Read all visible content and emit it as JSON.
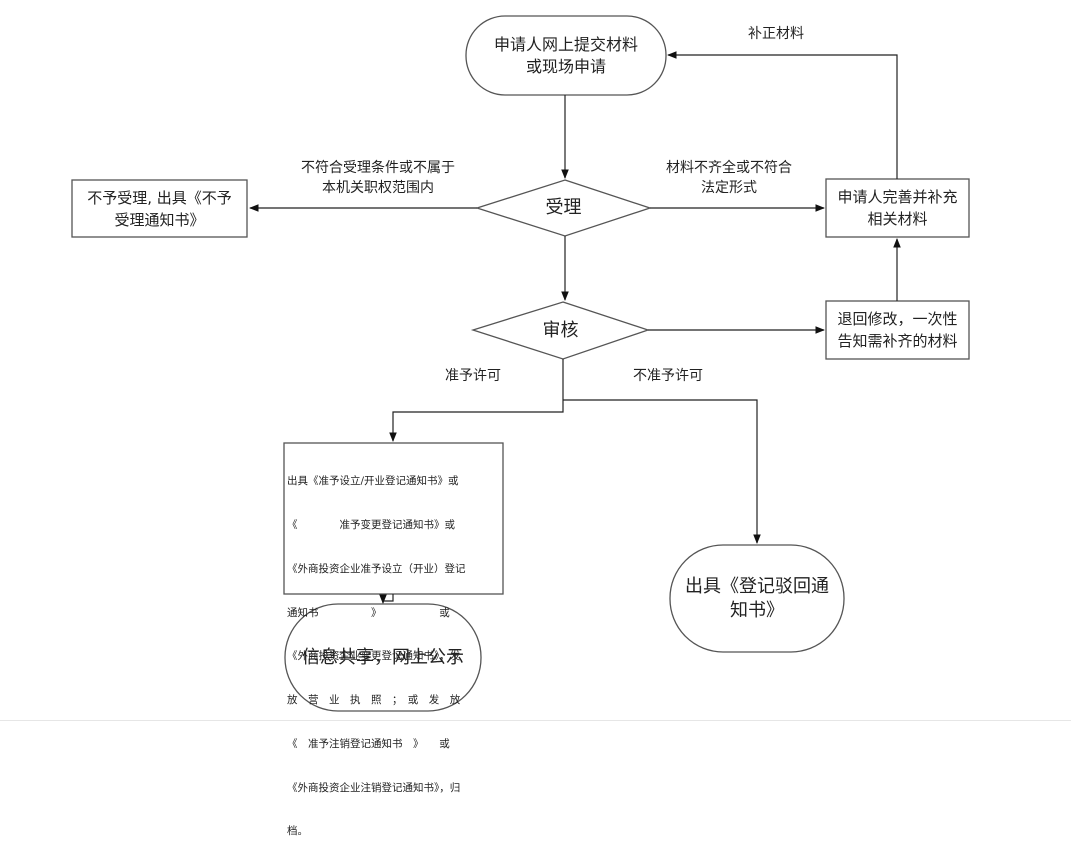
{
  "diagram": {
    "nodes": {
      "submit": "申请人网上提交材料或现场申请",
      "submit_lines": [
        "申请人网上提交材料",
        "或现场申请"
      ],
      "accept": "受理",
      "reject_accept_lines": [
        "不予受理, 出具《不予",
        "受理通知书》"
      ],
      "supplement_lines": [
        "申请人完善并补充",
        "相关材料"
      ],
      "review": "审核",
      "return_lines": [
        "退回修改，一次性",
        "告知需补齐的材料"
      ],
      "issue_license_lines": [
        "出具《准予设立/开业登记通知书》或",
        "《　　　　准予变更登记通知书》或",
        "《外商投资企业准予设立（开业）登记",
        "通知书　　　　　》　　　　　　或",
        "《外商投资企业变更登记通知书》，发",
        "放　营　业　执　照　；　或　发　放",
        "《　准予注销登记通知书　》　　或",
        "《外商投资企业注销登记通知书》，归",
        "档。"
      ],
      "share_publish": "信息共享，网上公示",
      "reject_register_lines": [
        "出具《登记驳回通",
        "知书》"
      ]
    },
    "edge_labels": {
      "correct_materials": "补正材料",
      "not_eligible_lines": [
        "不符合受理条件或不属于",
        "本机关职权范围内"
      ],
      "incomplete_lines": [
        "材料不齐全或不符合",
        "法定形式"
      ],
      "approve": "准予许可",
      "deny": "不准予许可"
    }
  }
}
